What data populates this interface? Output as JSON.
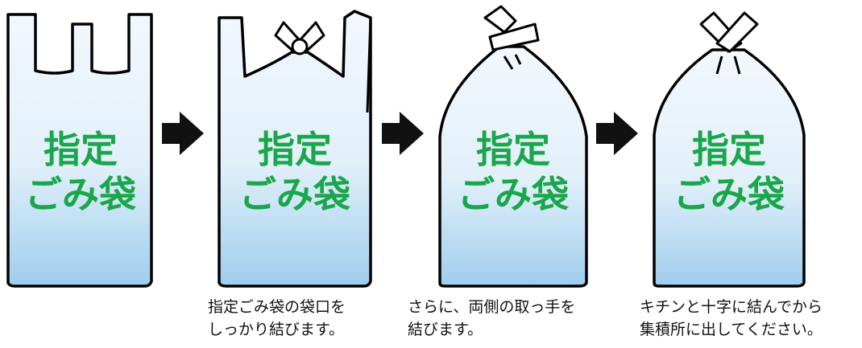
{
  "colors": {
    "bag_fill_top": "#f2f8fd",
    "bag_fill_bottom": "#9fcdee",
    "outline": "#000000",
    "label_text": "#1aa64a",
    "arrow": "#111111"
  },
  "steps": [
    {
      "label_line1": "指定",
      "label_line2": "ごみ袋",
      "caption_line1": "",
      "caption_line2": ""
    },
    {
      "label_line1": "指定",
      "label_line2": "ごみ袋",
      "caption_line1": "指定ごみ袋の袋口を",
      "caption_line2": "しっかり結びます。"
    },
    {
      "label_line1": "指定",
      "label_line2": "ごみ袋",
      "caption_line1": "さらに、両側の取っ手を",
      "caption_line2": "結びます。"
    },
    {
      "label_line1": "指定",
      "label_line2": "ごみ袋",
      "caption_line1": "キチンと十字に結んでから",
      "caption_line2": "集積所に出してください。"
    }
  ],
  "arrows": [
    "right-arrow-icon",
    "right-arrow-icon",
    "right-arrow-icon"
  ]
}
